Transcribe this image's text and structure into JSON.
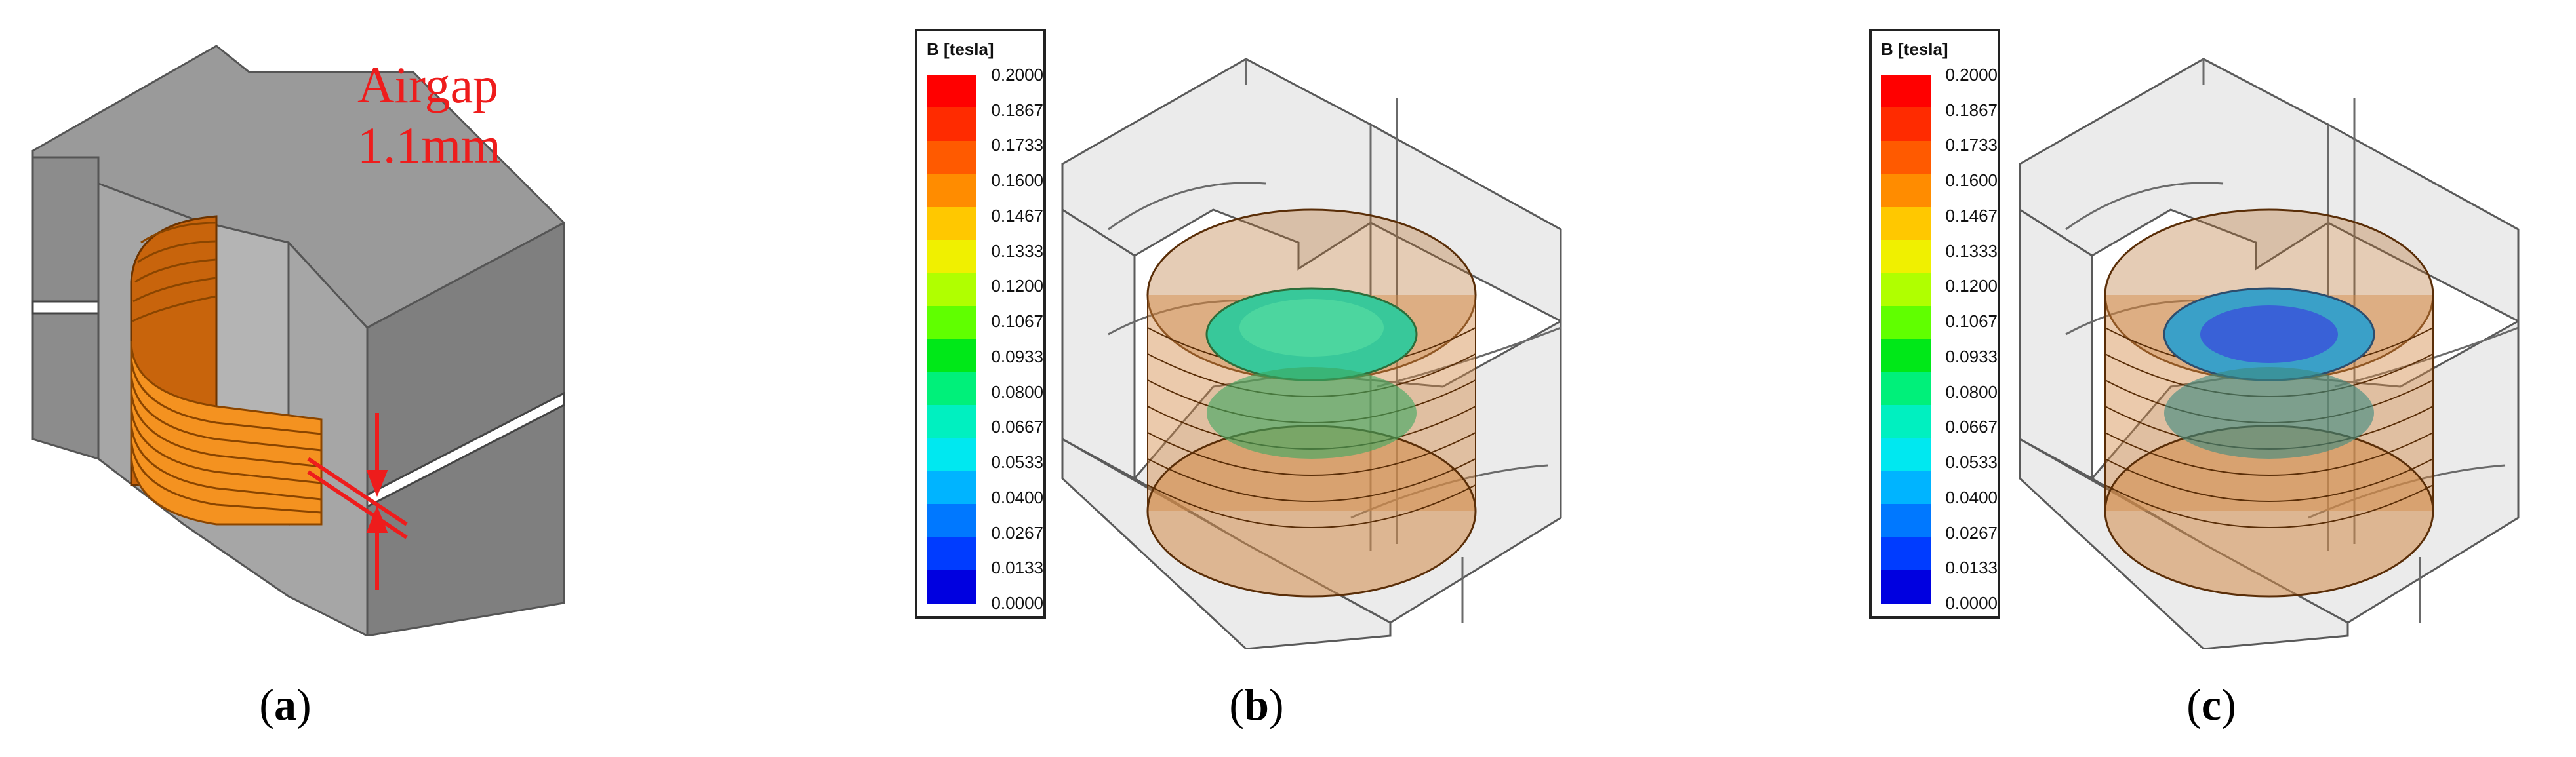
{
  "panel_a": {
    "annotation_line1": "Airgap",
    "annotation_line2": "1.1mm",
    "caption_open": "(",
    "caption_letter": "a",
    "caption_close": ")",
    "core_color": "#8a8a8a",
    "coil_color": "#f08a1a",
    "arrow_color": "#ee1c1c"
  },
  "panel_b": {
    "caption_open": "(",
    "caption_letter": "b",
    "caption_close": ")"
  },
  "panel_c": {
    "caption_open": "(",
    "caption_letter": "c",
    "caption_close": ")"
  },
  "legend": {
    "title": "B [tesla]",
    "labels": [
      "0.2000",
      "0.1867",
      "0.1733",
      "0.1600",
      "0.1467",
      "0.1333",
      "0.1200",
      "0.1067",
      "0.0933",
      "0.0800",
      "0.0667",
      "0.0533",
      "0.0400",
      "0.0267",
      "0.0133",
      "0.0000"
    ],
    "colors": [
      "#ff0000",
      "#ff2b00",
      "#ff5a00",
      "#ff8c00",
      "#ffc800",
      "#f0f000",
      "#b0ff00",
      "#60ff00",
      "#00e818",
      "#00f07a",
      "#00f0c0",
      "#00e8f0",
      "#00b4ff",
      "#0078ff",
      "#003cff",
      "#0000e0"
    ]
  }
}
